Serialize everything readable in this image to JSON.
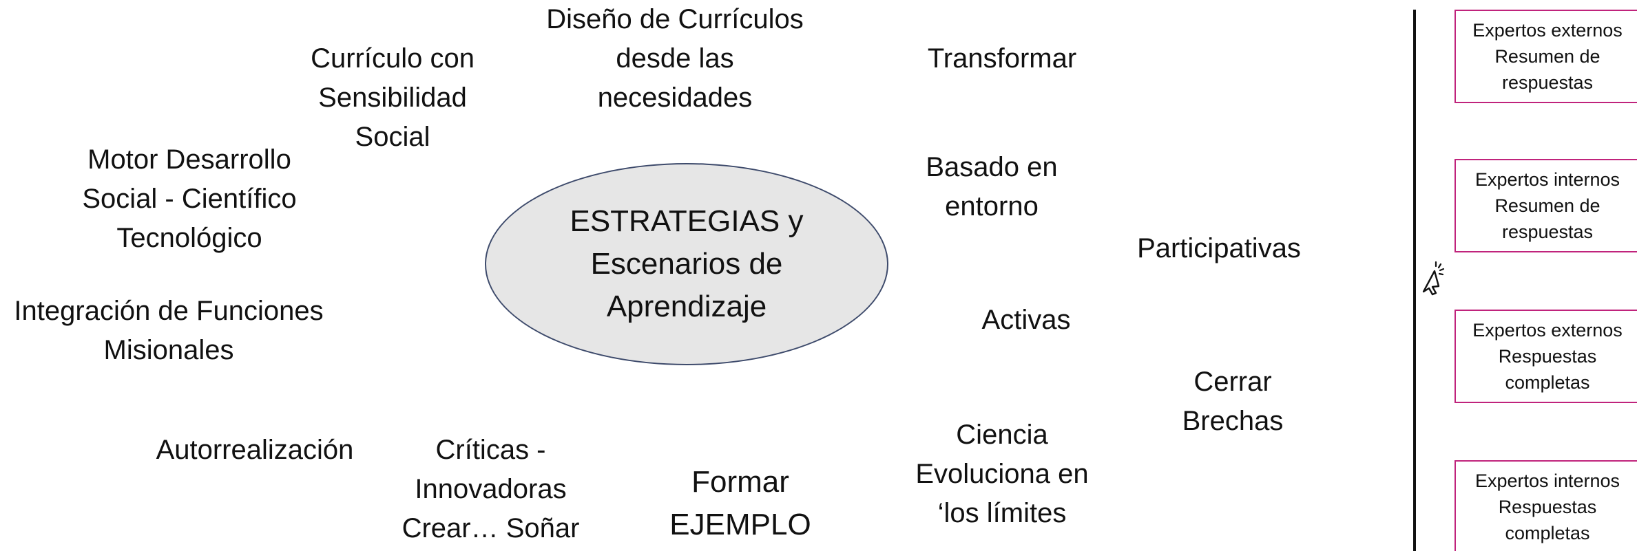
{
  "center": {
    "label": "ESTRATEGIAS y\nEscenarios de\nAprendizaje"
  },
  "terms": {
    "diseno": "Diseño de Currículos\ndesde las\nnecesidades",
    "curriculo_social": "Currículo con\nSensibilidad\nSocial",
    "motor": "Motor Desarrollo\nSocial - Científico\nTecnológico",
    "integracion": "Integración de Funciones\nMisionales",
    "autorrealizacion": "Autorrealización",
    "criticas": "Críticas -\nInnovadoras\nCrear… Soñar",
    "formar": "Formar\nEJEMPLO",
    "ciencia": "Ciencia\nEvoluciona en\n‘los límites",
    "transformar": "Transformar",
    "basado": "Basado en\nentorno",
    "participativas": "Participativas",
    "activas": "Activas",
    "cerrar": "Cerrar\nBrechas"
  },
  "side_panel": {
    "buttons": [
      {
        "label": "Expertos externos\nResumen de\nrespuestas"
      },
      {
        "label": "Expertos internos\nResumen de\nrespuestas"
      },
      {
        "label": "Expertos externos\nRespuestas\ncompletas"
      },
      {
        "label": "Expertos internos\nRespuestas\ncompletas"
      }
    ]
  },
  "colors": {
    "button_border": "#c0237c",
    "ellipse_fill": "#e6e6e6",
    "ellipse_stroke": "#3d4a6b"
  },
  "icons": {
    "cursor": "click-pointer-icon"
  }
}
